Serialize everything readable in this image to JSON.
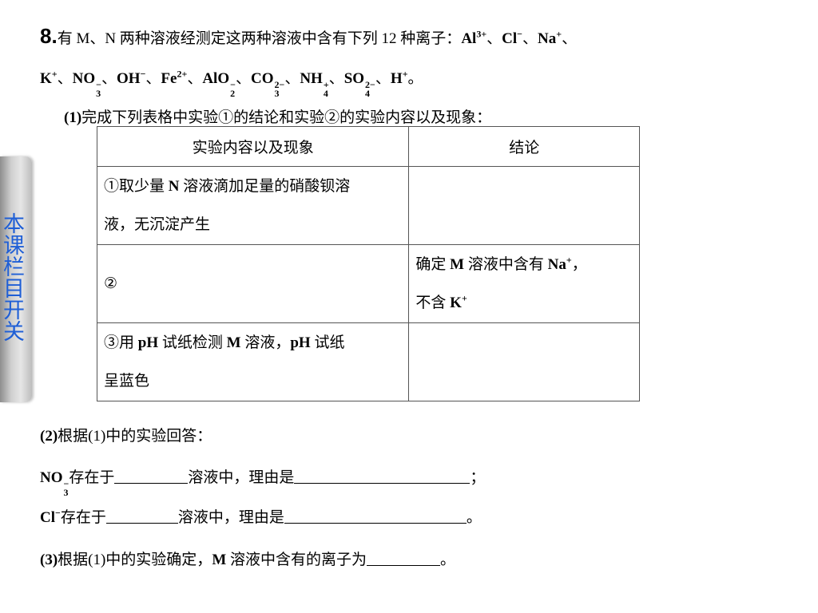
{
  "question": {
    "number": "8.",
    "intro": "有 M、N 两种溶液经测定这两种溶液中含有下列 12 种离子：",
    "sep": "、",
    "end": "。",
    "ions_line1": {
      "al": "Al",
      "al_sup": "3+",
      "cl": "Cl",
      "cl_sup": "−",
      "na": "Na",
      "na_sup": "+"
    },
    "ions_line2": {
      "k": "K",
      "k_sup": "+",
      "no3": "NO",
      "no3_sup": "−",
      "no3_sub": "3",
      "oh": "OH",
      "oh_sup": "−",
      "fe": "Fe",
      "fe_sup": "2+",
      "alo2": "AlO",
      "alo2_sup": "−",
      "alo2_sub": "2",
      "co3": "CO",
      "co3_sup": "2−",
      "co3_sub": "3",
      "nh4": "NH",
      "nh4_sup": "+",
      "nh4_sub": "4",
      "so4": "SO",
      "so4_sup": "2−",
      "so4_sub": "4",
      "h": "H",
      "h_sup": "+"
    }
  },
  "part1": {
    "label": "(1)",
    "text": "完成下列表格中实验①的结论和实验②的实验内容以及现象："
  },
  "table": {
    "headers": [
      "实验内容以及现象",
      "结论"
    ],
    "row1": {
      "line1a": "①取少量 ",
      "line1b": "N",
      "line1c": " 溶液滴加足量的硝酸钡溶",
      "line2": "液，无沉淀产生",
      "conclusion": ""
    },
    "row2": {
      "content": "②",
      "concl_a": "确定 ",
      "concl_b": "M",
      "concl_c": " 溶液中含有 ",
      "concl_na": "Na",
      "concl_na_sup": "+",
      "concl_comma": "，",
      "concl2_a": "不含 ",
      "concl2_k": "K",
      "concl2_k_sup": "+"
    },
    "row3": {
      "a": "③用 ",
      "b": "pH",
      "c": " 试纸检测 ",
      "d": "M",
      "e": " 溶液，",
      "f": "pH",
      "g": " 试纸",
      "line2": "呈蓝色",
      "conclusion": ""
    }
  },
  "part2": {
    "label": "(2)",
    "text": "根据(1)中的实验回答：",
    "no3_line": {
      "ion": "NO",
      "sub": "3",
      "sup": "−",
      "a": "存在于",
      "b": "溶液中，理由是",
      "end": "；"
    },
    "cl_line": {
      "ion": "Cl",
      "sup": "−",
      "a": "存在于",
      "b": "溶液中，理由是",
      "end": "。"
    }
  },
  "part3": {
    "label": "(3)",
    "text_a": "根据(1)中的实验确定，",
    "m": "M",
    "text_b": " 溶液中含有的离子为",
    "end": "。"
  },
  "side_tab": {
    "label": "本课栏目开关"
  }
}
